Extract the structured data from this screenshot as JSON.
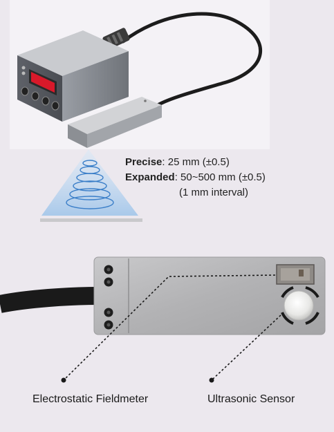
{
  "top_diagram": {
    "precise_label": "Precise",
    "precise_value": ": 25 mm (±0.5)",
    "expanded_label": "Expanded",
    "expanded_value": ": 50~500 mm (±0.5)",
    "interval": "(1 mm interval)"
  },
  "bottom_diagram": {
    "left_caption": "Electrostatic Fieldmeter",
    "right_caption": "Ultrasonic Sensor"
  },
  "colors": {
    "background": "#ece8ee",
    "cone_fill": "#bcd6ee",
    "wave_stroke": "#3a7ec8",
    "display_red": "#d8192a"
  }
}
